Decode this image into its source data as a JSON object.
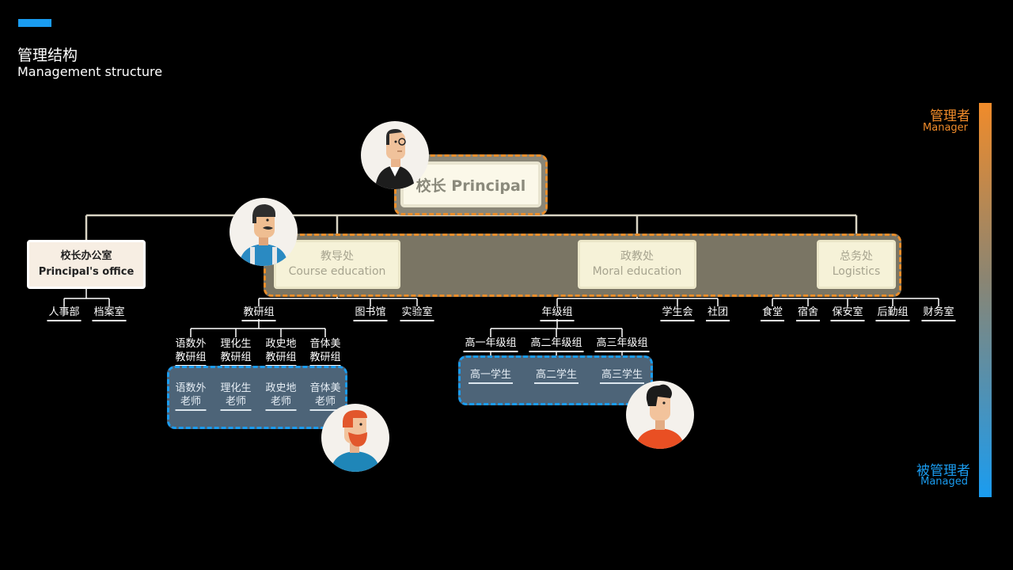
{
  "header": {
    "title_cn": "管理结构",
    "title_en": "Management structure"
  },
  "principal": {
    "label": "校长 Principal"
  },
  "office": {
    "label_cn": "校长办公室",
    "label_en": "Principal's office"
  },
  "departments": [
    {
      "cn": "教导处",
      "en": "Course education"
    },
    {
      "cn": "政教处",
      "en": "Moral education"
    },
    {
      "cn": "总务处",
      "en": "Logistics"
    }
  ],
  "office_children": [
    "人事部",
    "档案室"
  ],
  "course_children": [
    "教研组",
    "图书馆",
    "实验室"
  ],
  "moral_children": [
    "年级组",
    "学生会",
    "社团"
  ],
  "logistics_children": [
    "食堂",
    "宿舍",
    "保安室",
    "后勤组",
    "财务室"
  ],
  "research_groups": [
    {
      "l1": "语数外",
      "l2": "教研组"
    },
    {
      "l1": "理化生",
      "l2": "教研组"
    },
    {
      "l1": "政史地",
      "l2": "教研组"
    },
    {
      "l1": "音体美",
      "l2": "教研组"
    }
  ],
  "teachers": [
    {
      "l1": "语数外",
      "l2": "老师"
    },
    {
      "l1": "理化生",
      "l2": "老师"
    },
    {
      "l1": "政史地",
      "l2": "老师"
    },
    {
      "l1": "音体美",
      "l2": "老师"
    }
  ],
  "grade_groups": [
    "高一年级组",
    "高二年级组",
    "高三年级组"
  ],
  "students": [
    "高一学生",
    "高二学生",
    "高三学生"
  ],
  "scale": {
    "manager_cn": "管理者",
    "manager_en": "Manager",
    "managed_cn": "被管理者",
    "managed_en": "Managed"
  },
  "colors": {
    "accent": "#1a9cf0",
    "manager": "#f08b2a",
    "managed": "#1a9cf0"
  }
}
